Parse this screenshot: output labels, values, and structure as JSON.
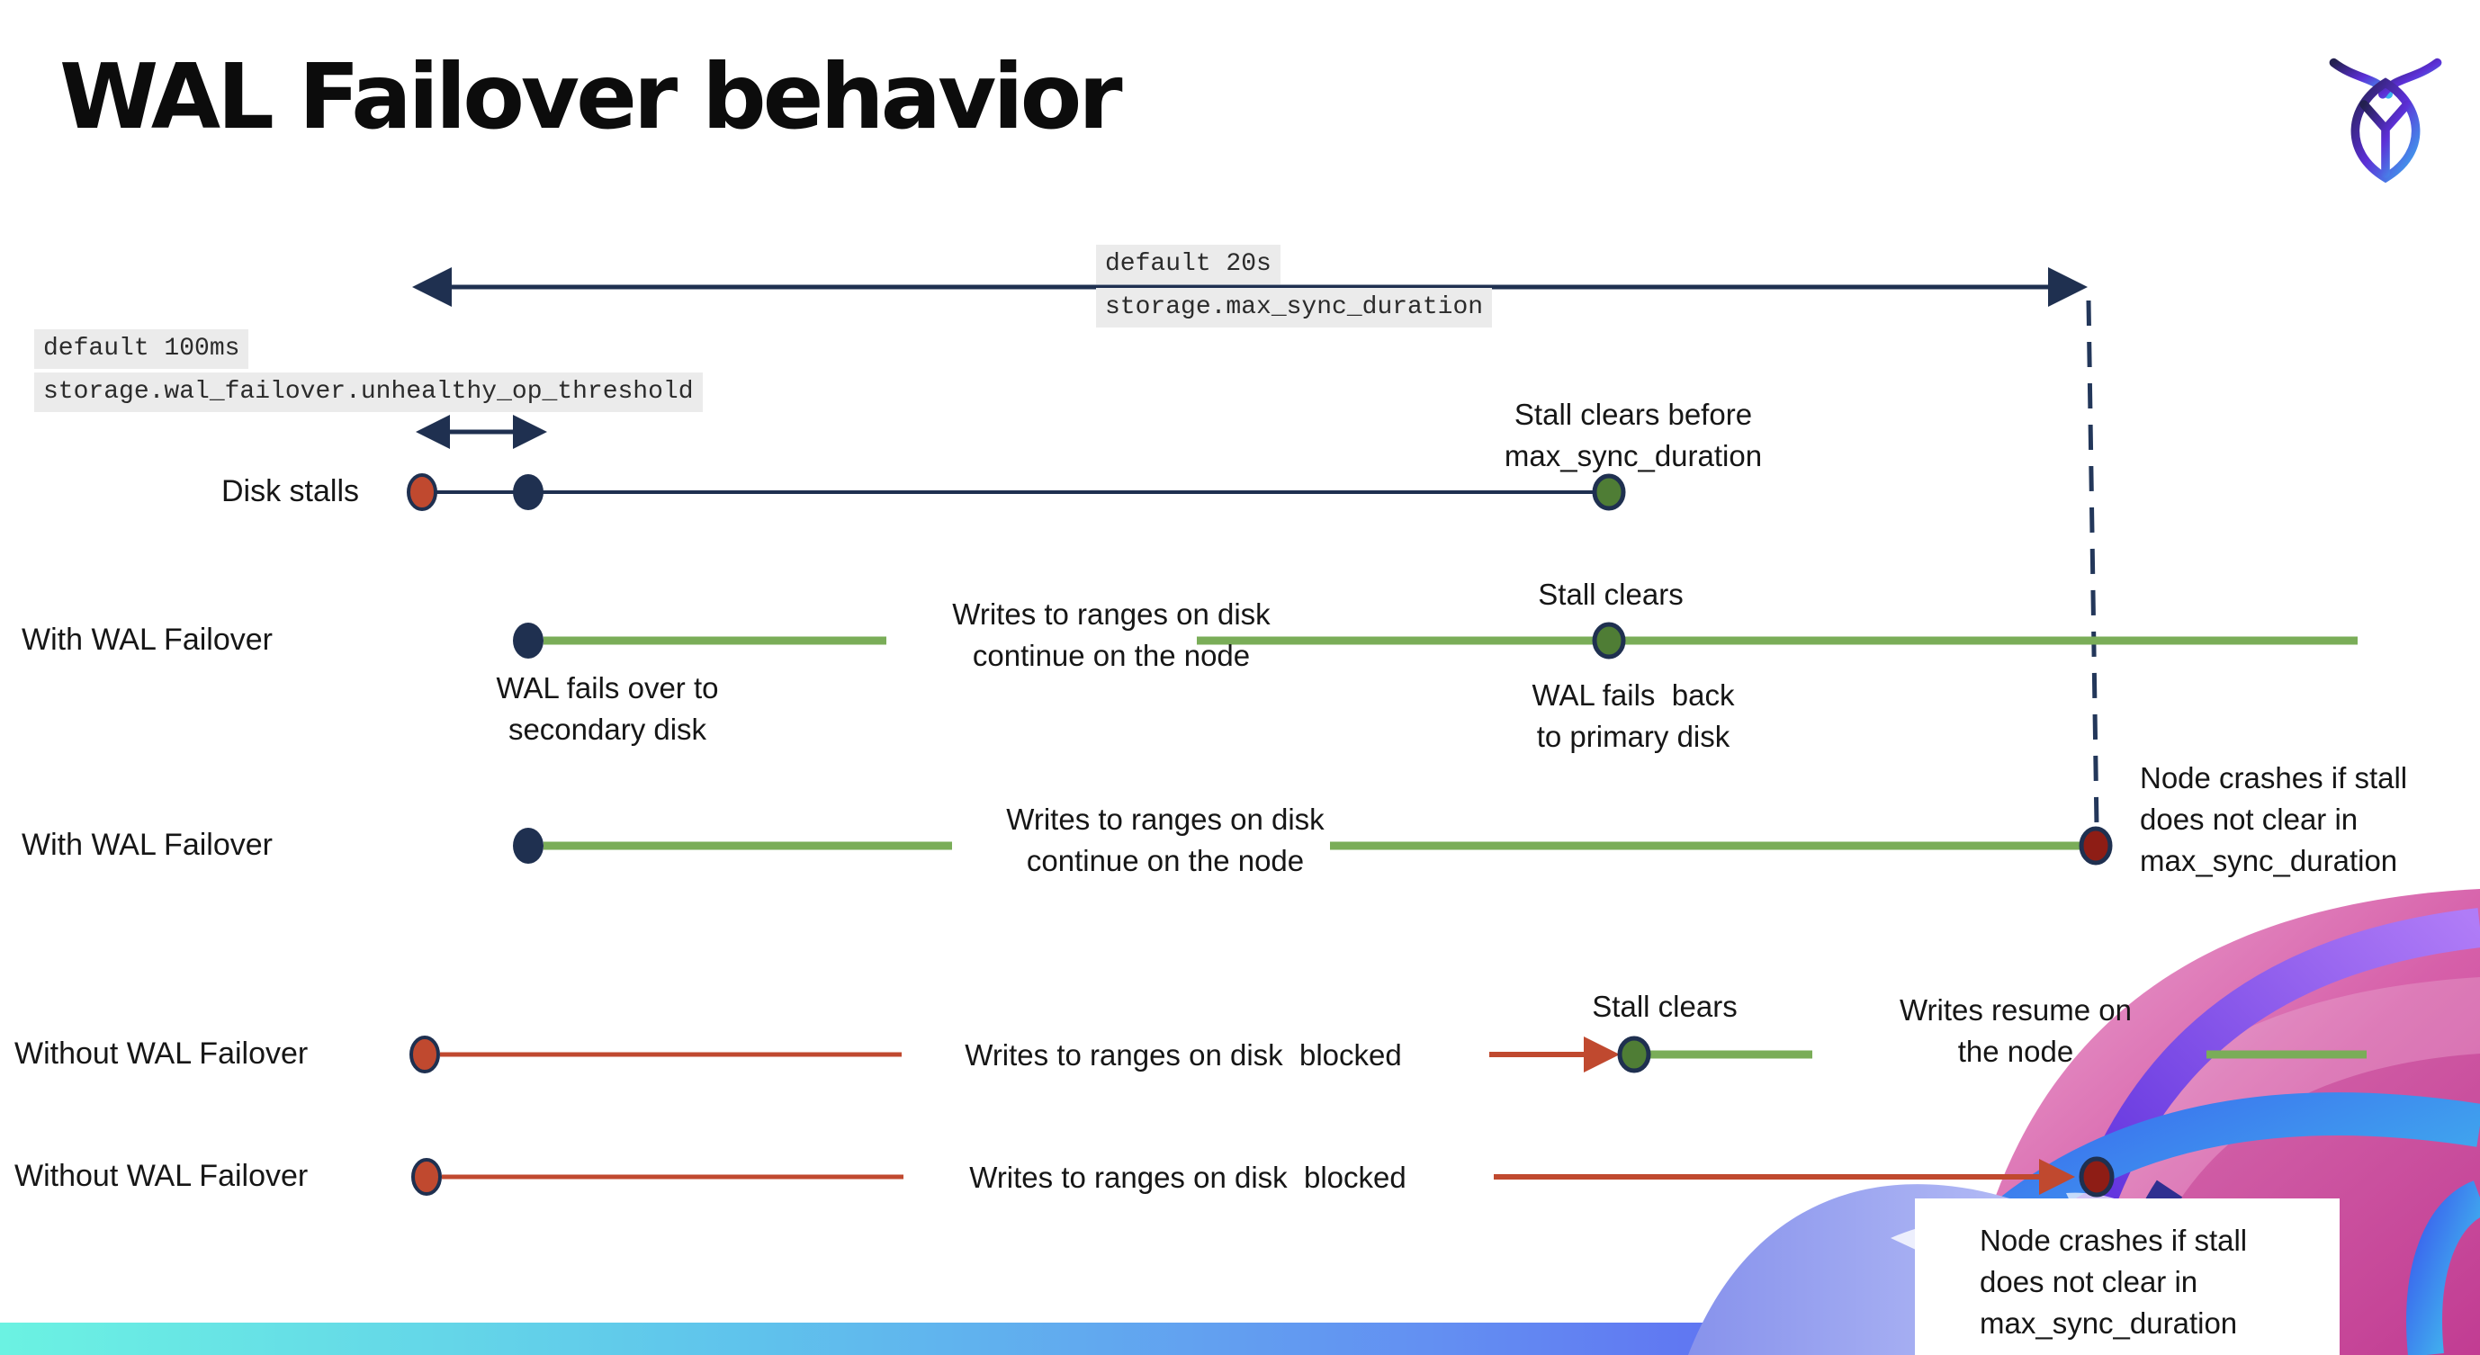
{
  "page": {
    "title": "WAL Failover behavior"
  },
  "logo": {
    "name": "cockroachdb-mark"
  },
  "settings_callouts": {
    "max_sync_duration": {
      "default_label": "default 20s",
      "setting": "storage.max_sync_duration"
    },
    "unhealthy_op_threshold": {
      "default_label": "default 100ms",
      "setting": "storage.wal_failover.unhealthy_op_threshold"
    }
  },
  "rows": [
    {
      "label": "Disk stalls",
      "annotations": {
        "stall_clears": "Stall clears before\nmax_sync_duration"
      }
    },
    {
      "label": "With WAL Failover",
      "annotations": {
        "failover": "WAL fails over to\nsecondary disk",
        "writes_continue": "Writes to ranges on disk\ncontinue on the node",
        "stall_clears": "Stall clears",
        "failback": "WAL fails  back\nto primary disk"
      }
    },
    {
      "label": "With WAL Failover",
      "annotations": {
        "writes_continue": "Writes to ranges on disk\ncontinue on the node",
        "node_crash": "Node crashes if stall\ndoes not clear in\nmax_sync_duration"
      }
    },
    {
      "label": "Without WAL Failover",
      "annotations": {
        "writes_blocked": "Writes to ranges on disk  blocked",
        "stall_clears": "Stall clears",
        "writes_resume": "Writes resume on\nthe node"
      }
    },
    {
      "label": "Without WAL Failover",
      "annotations": {
        "writes_blocked": "Writes to ranges on disk  blocked",
        "node_crash": "Node crashes if stall\ndoes not clear in\nmax_sync_duration"
      }
    }
  ],
  "colors": {
    "navy": "#1f3050",
    "dashed_navy": "#23375a",
    "green_line": "#7aad58",
    "green_dot": "#4f7d35",
    "red": "#c0492f",
    "dark_red": "#8e1d15",
    "code_background": "#ebebeb",
    "bar_gradient": [
      "#6bf2e2",
      "#5fc3ec",
      "#638ff2",
      "#5d5cf1",
      "#7447ee"
    ],
    "art_pink": "#d65fa9",
    "art_purple": "#6a3bf0",
    "art_cyan": "#44d8ee",
    "art_periwinkle": "#8792ec"
  }
}
